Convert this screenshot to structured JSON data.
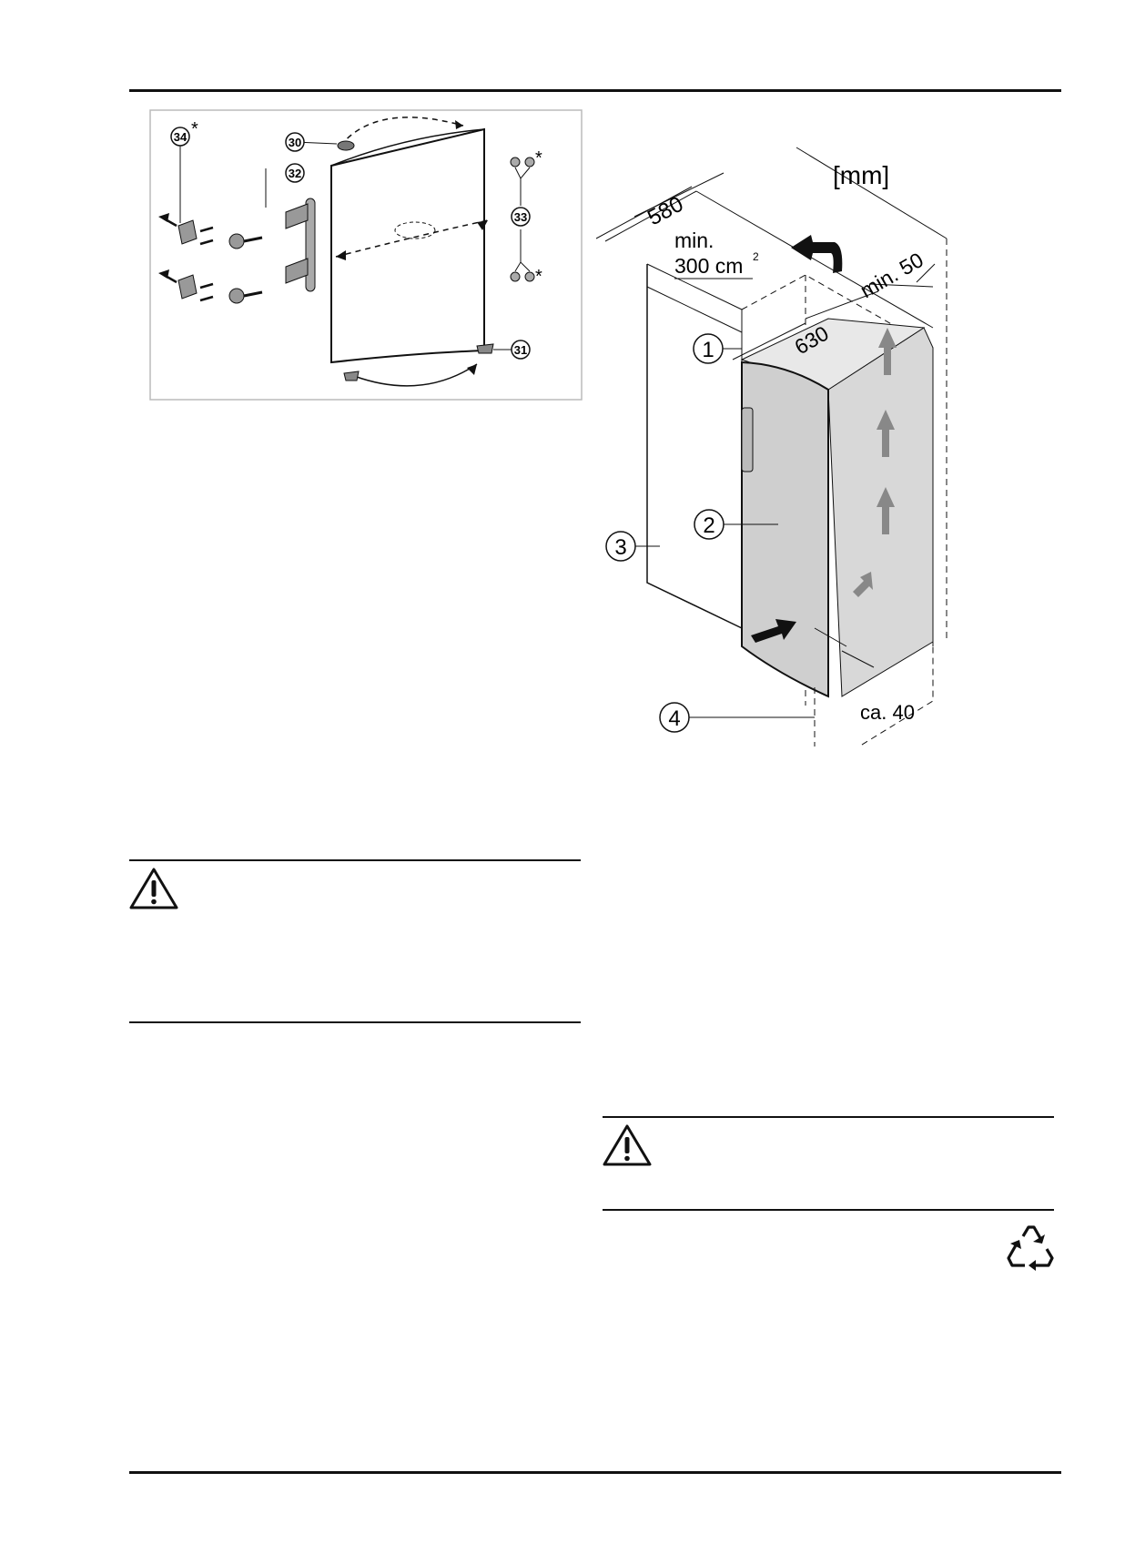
{
  "figure_door": {
    "callouts": [
      "30",
      "31",
      "32",
      "33",
      "34"
    ],
    "asterisk": "*"
  },
  "figure_install": {
    "unit_label": "[mm]",
    "dim_580": "580",
    "dim_630": "630",
    "dim_min50": "min. 50",
    "vent_min": "min.",
    "vent_area": "300 cm",
    "vent_sup": "2",
    "dim_ca40": "ca. 40",
    "callouts": [
      "1",
      "2",
      "3",
      "4"
    ]
  },
  "icons": {
    "warning_1": "warning-triangle-icon",
    "warning_2": "warning-triangle-icon",
    "recycle": "recycle-icon"
  }
}
